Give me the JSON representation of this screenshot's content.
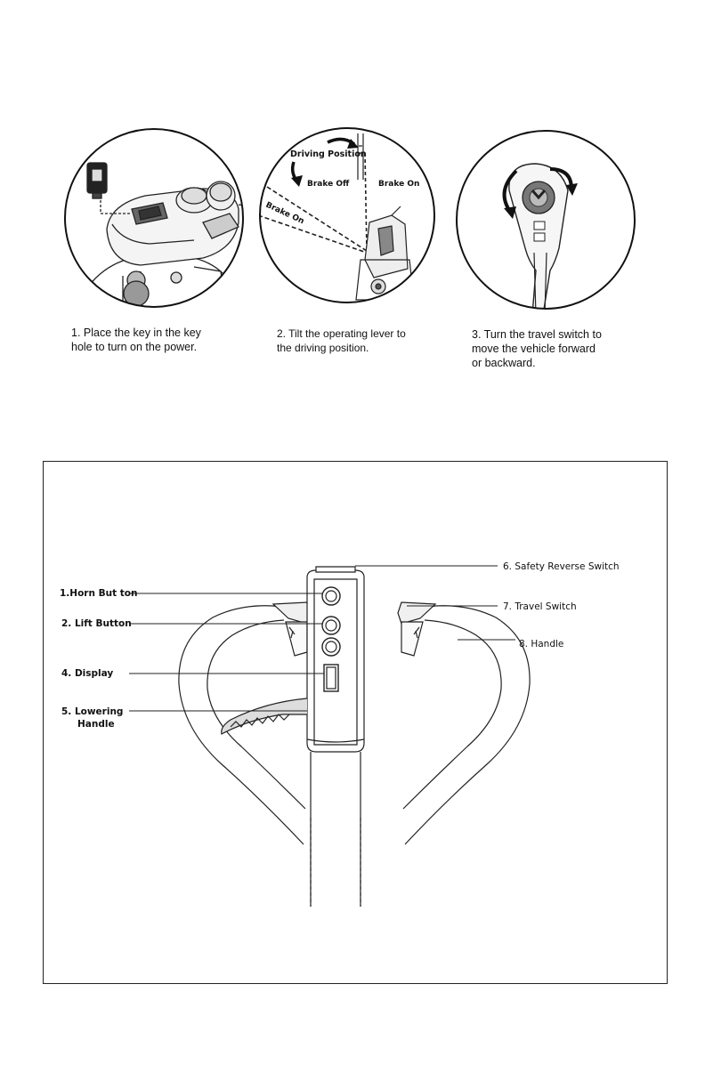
{
  "steps": [
    {
      "caption_lines": [
        "1. Place the key in the key",
        "hole to turn on the power."
      ],
      "illustration": "key-ignition-illustration"
    },
    {
      "caption_lines": [
        "2. Tilt the operating lever to",
        "the driving position."
      ],
      "illustration": "operating-lever-illustration",
      "labels": {
        "driving_position": "Driving Position",
        "brake_off": "Brake Off",
        "brake_on_right": "Brake On",
        "brake_on_left": "Brake On"
      }
    },
    {
      "caption_lines": [
        "3. Turn the travel switch to",
        "move the vehicle forward",
        "or backward."
      ],
      "illustration": "travel-switch-illustration"
    }
  ],
  "handle_diagram": {
    "labels": {
      "horn_button": "1.Horn But ton",
      "lift_button": "2. Lift Button",
      "display": "4. Display",
      "lowering_handle_1": "5. Lowering",
      "lowering_handle_2": "Handle",
      "safety_reverse_switch": "6. Safety Reverse  Switch",
      "travel_switch": "7. Travel Switch",
      "handle": "8. Handle"
    }
  }
}
